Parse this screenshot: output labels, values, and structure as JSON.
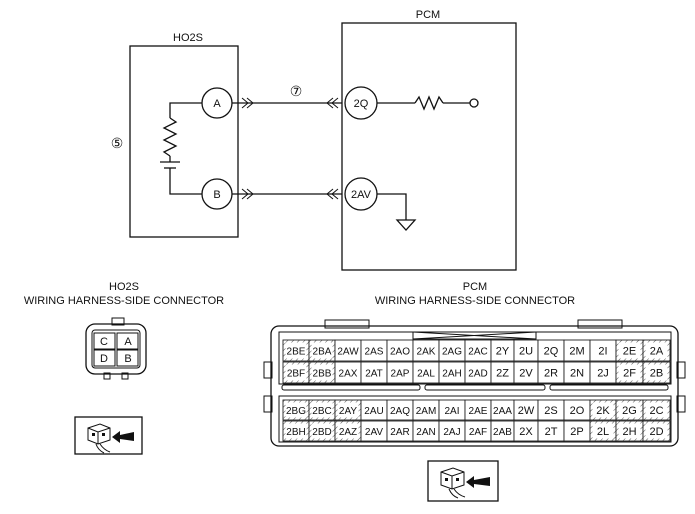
{
  "schematic": {
    "ho2s_label": "HO2S",
    "pcm_label": "PCM",
    "terminal_a": "A",
    "terminal_b": "B",
    "terminal_2q": "2Q",
    "terminal_2av": "2AV",
    "marker_circuit": "⑦",
    "marker_sensor": "⑤"
  },
  "ho2s_connector": {
    "title": "HO2S",
    "subtitle": "WIRING HARNESS-SIDE CONNECTOR",
    "pins": [
      "C",
      "A",
      "D",
      "B"
    ]
  },
  "pcm_connector": {
    "title": "PCM",
    "subtitle": "WIRING HARNESS-SIDE CONNECTOR",
    "upper_rows": [
      [
        "2BE",
        "2BA",
        "2AW",
        "2AS",
        "2AO",
        "2AK",
        "2AG",
        "2AC",
        "2Y",
        "2U",
        "2Q",
        "2M",
        "2I",
        "2E",
        "2A"
      ],
      [
        "2BF",
        "2BB",
        "2AX",
        "2AT",
        "2AP",
        "2AL",
        "2AH",
        "2AD",
        "2Z",
        "2V",
        "2R",
        "2N",
        "2J",
        "2F",
        "2B"
      ]
    ],
    "lower_rows": [
      [
        "2BG",
        "2BC",
        "2AY",
        "2AU",
        "2AQ",
        "2AM",
        "2AI",
        "2AE",
        "2AA",
        "2W",
        "2S",
        "2O",
        "2K",
        "2G",
        "2C"
      ],
      [
        "2BH",
        "2BD",
        "2AZ",
        "2AV",
        "2AR",
        "2AN",
        "2AJ",
        "2AF",
        "2AB",
        "2X",
        "2T",
        "2P",
        "2L",
        "2H",
        "2D"
      ]
    ]
  }
}
